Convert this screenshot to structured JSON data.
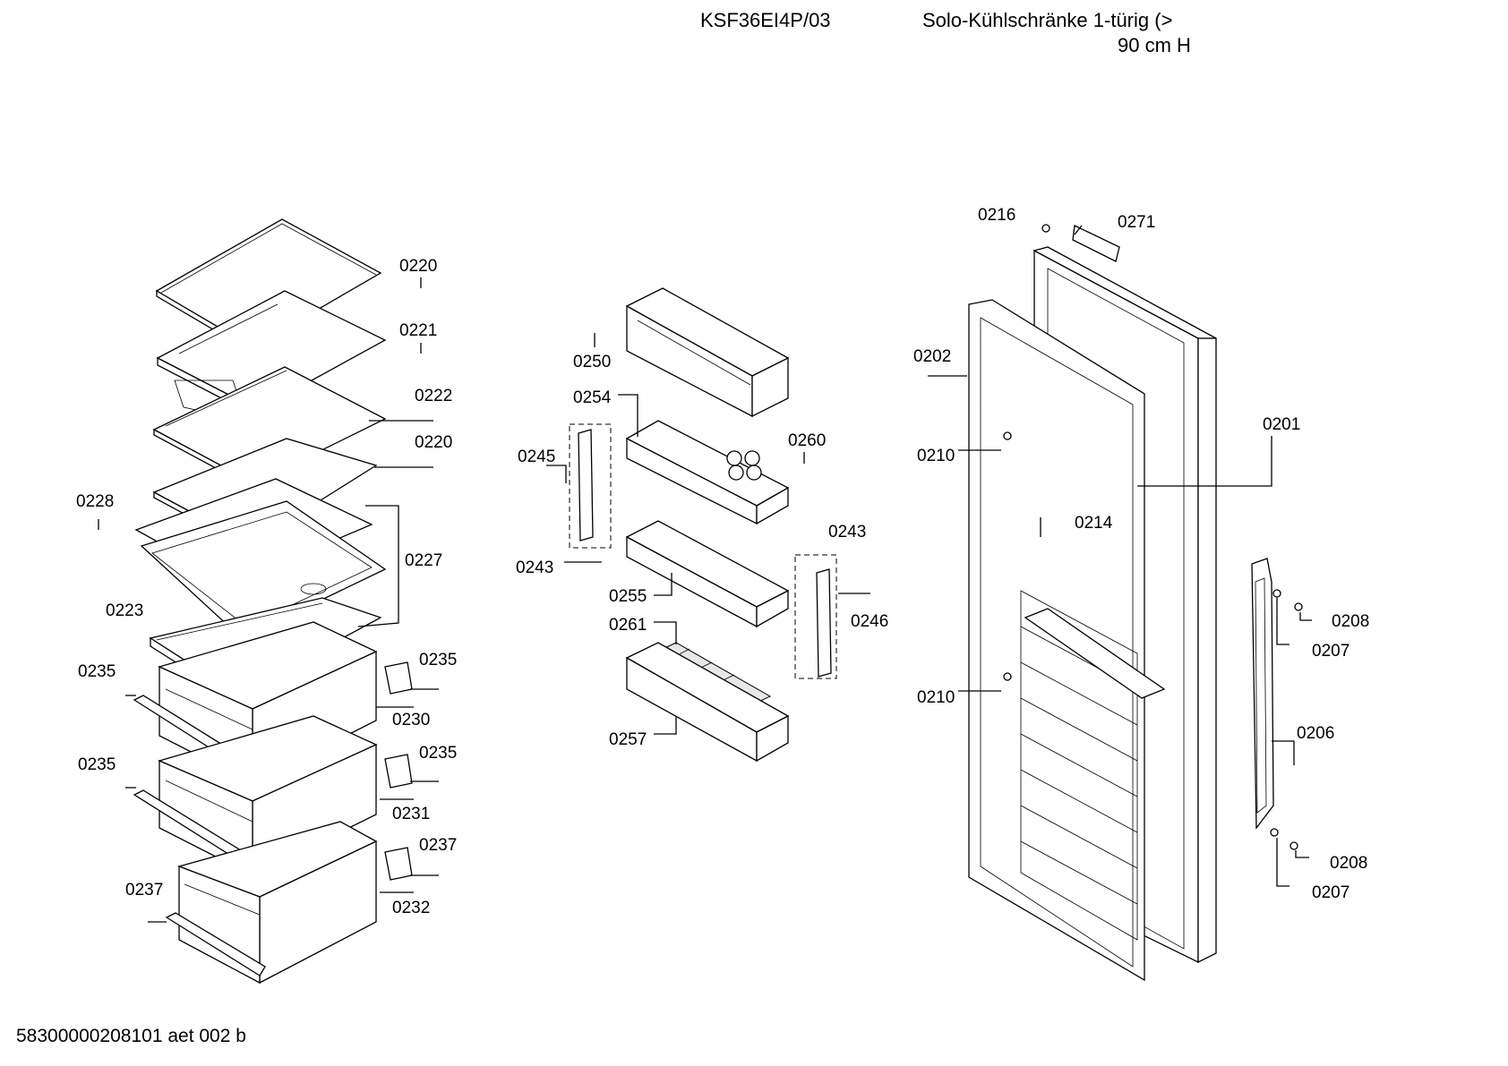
{
  "header": {
    "model": "KSF36EI4P/03",
    "description_line1": "Solo-Kühlschränke 1-türig (>",
    "description_line2": "90 cm H"
  },
  "footer": {
    "code": "58300000208101 aet 002 b"
  },
  "callouts": {
    "c0216": "0216",
    "c0271": "0271",
    "c0220a": "0220",
    "c0221": "0221",
    "c0222": "0222",
    "c0220b": "0220",
    "c0228": "0228",
    "c0227": "0227",
    "c0223": "0223",
    "c0235a": "0235",
    "c0235b": "0235",
    "c0235c": "0235",
    "c0235d": "0235",
    "c0230": "0230",
    "c0231": "0231",
    "c0237a": "0237",
    "c0237b": "0237",
    "c0232": "0232",
    "c0250": "0250",
    "c0254": "0254",
    "c0260": "0260",
    "c0245": "0245",
    "c0243a": "0243",
    "c0243b": "0243",
    "c0255": "0255",
    "c0246": "0246",
    "c0261": "0261",
    "c0257": "0257",
    "c0202": "0202",
    "c0201": "0201",
    "c0210a": "0210",
    "c0210b": "0210",
    "c0214": "0214",
    "c0208a": "0208",
    "c0207a": "0207",
    "c0206": "0206",
    "c0208b": "0208",
    "c0207b": "0207"
  }
}
